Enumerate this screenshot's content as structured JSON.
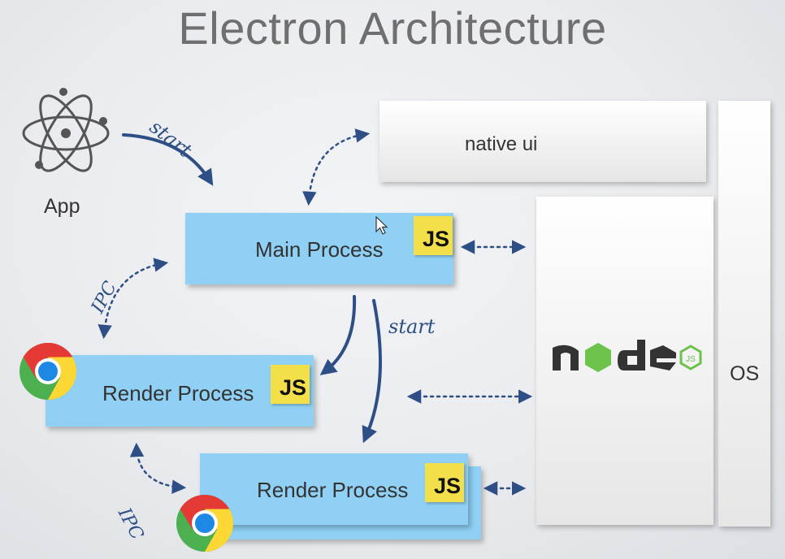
{
  "title": "Electron Architecture",
  "app": {
    "label": "App"
  },
  "native_ui": {
    "label": "native ui"
  },
  "main_process": {
    "label": "Main Process",
    "js": "JS"
  },
  "render_process_1": {
    "label": "Render Process",
    "js": "JS"
  },
  "render_process_2": {
    "label": "Render Process",
    "js": "JS"
  },
  "node": {
    "label": "node"
  },
  "os": {
    "label": "OS"
  },
  "annotations": {
    "start_top": "start",
    "start_right": "start",
    "ipc_top": "IPC",
    "ipc_bottom": "IPC"
  },
  "colors": {
    "process_box": "#8fd0f4",
    "js_badge": "#f3df49",
    "arrow": "#2d4f86",
    "node_green": "#6cc24a"
  }
}
